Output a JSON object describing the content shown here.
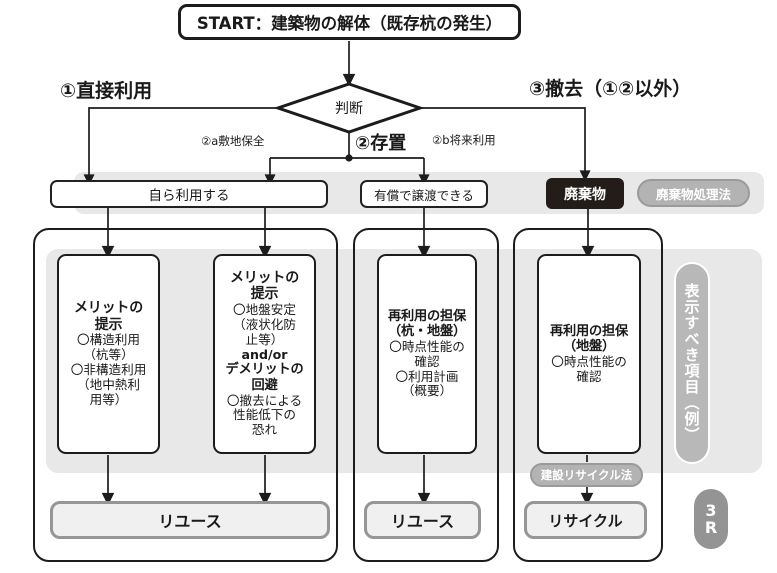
{
  "diagram": {
    "title": "START：建築物の解体（既存杭の発生）",
    "decision": {
      "label": "判断"
    },
    "branches": {
      "direct": "①直接利用",
      "store": "②存置",
      "remove": "③撤去（①②以外）",
      "sub_a": "②a敷地保全",
      "sub_b": "②b将来利用"
    },
    "routes": {
      "self_use": "自ら利用する",
      "paid_transfer": "有償で譲渡できる",
      "waste": "廃棄物",
      "waste_law_pill": "廃棄物処理法"
    },
    "cards": [
      {
        "name": "merit-structural",
        "head": "メリットの",
        "head2": "提示",
        "lines": [
          "〇構造利用",
          "（杭等）",
          "〇非構造利用",
          "（地中熱利",
          "用等）"
        ]
      },
      {
        "name": "merit-ground",
        "head": "メリットの",
        "head2": "提示",
        "lines": [
          "〇地盤安定",
          "（液状化防",
          "止等）"
        ],
        "mid": "and/or",
        "head3": "デメリットの",
        "head4": "回避",
        "lines2": [
          "〇撤去による",
          "性能低下の",
          "恐れ"
        ]
      },
      {
        "name": "reuse-assurance-pile-ground",
        "head": "再利用の担保",
        "head2": "（杭・地盤）",
        "lines": [
          "〇時点性能の",
          "確認",
          "〇利用計画",
          "（概要）"
        ]
      },
      {
        "name": "reuse-assurance-ground",
        "head": "再利用の担保",
        "head2": "（地盤）",
        "lines": [
          "〇時点性能の",
          "確認"
        ]
      }
    ],
    "outcomes": {
      "reuse_a": "リユース",
      "reuse_b": "リユース",
      "recycle": "リサイクル",
      "construction_recycle_law": "建設リサイクル法"
    },
    "side": {
      "vertical_pill": "表示すべき項目（例）",
      "badge_line1": "3",
      "badge_line2": "R"
    },
    "colors": {
      "ink": "#1c1c1c",
      "band": "#e8e8e8",
      "pill_gray": "#b3b3b3",
      "outcome_border": "#969696",
      "waste_black": "#231c18"
    }
  }
}
